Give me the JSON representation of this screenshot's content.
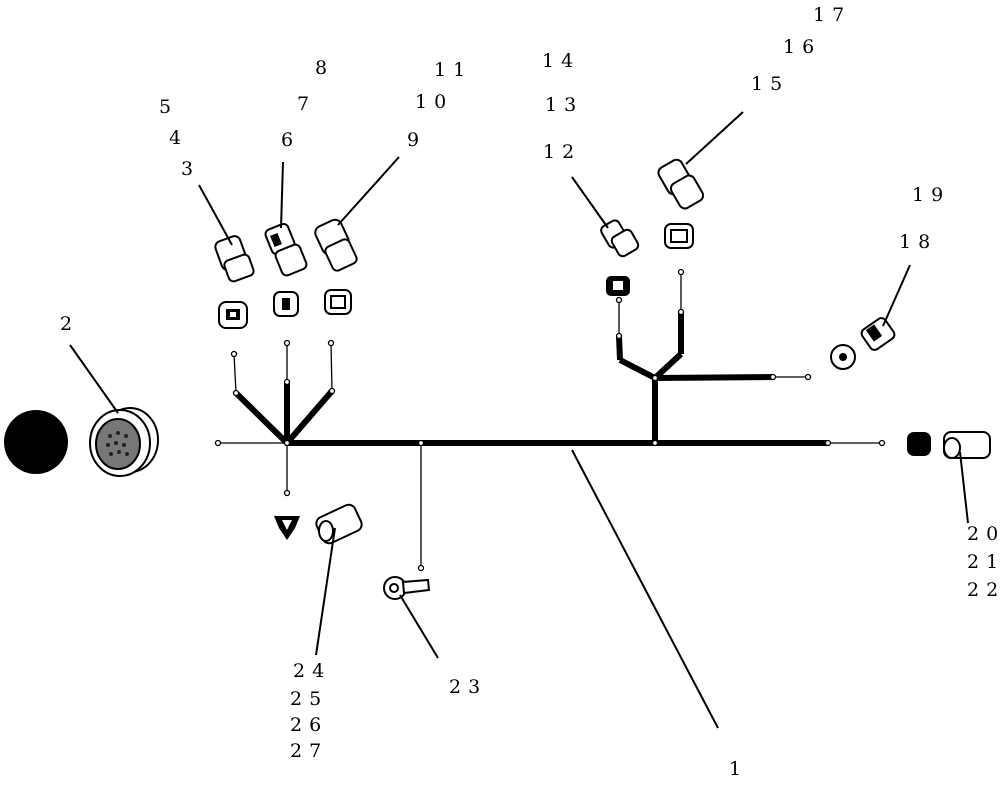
{
  "callouts": [
    {
      "id": "c1",
      "text": "1"
    },
    {
      "id": "c2",
      "text": "2"
    },
    {
      "id": "c3",
      "text": "3"
    },
    {
      "id": "c4",
      "text": "4"
    },
    {
      "id": "c5",
      "text": "5"
    },
    {
      "id": "c6",
      "text": "6"
    },
    {
      "id": "c7",
      "text": "7"
    },
    {
      "id": "c8",
      "text": "8"
    },
    {
      "id": "c9",
      "text": "9"
    },
    {
      "id": "c10",
      "text": "10"
    },
    {
      "id": "c11",
      "text": "11"
    },
    {
      "id": "c12",
      "text": "12"
    },
    {
      "id": "c13",
      "text": "13"
    },
    {
      "id": "c14",
      "text": "14"
    },
    {
      "id": "c15",
      "text": "15"
    },
    {
      "id": "c16",
      "text": "16"
    },
    {
      "id": "c17",
      "text": "17"
    },
    {
      "id": "c18",
      "text": "18"
    },
    {
      "id": "c19",
      "text": "19"
    },
    {
      "id": "c20",
      "text": "20"
    },
    {
      "id": "c21",
      "text": "21"
    },
    {
      "id": "c22",
      "text": "22"
    },
    {
      "id": "c23",
      "text": "23"
    },
    {
      "id": "c24",
      "text": "24"
    },
    {
      "id": "c25",
      "text": "25"
    },
    {
      "id": "c26",
      "text": "26"
    },
    {
      "id": "c27",
      "text": "27"
    }
  ]
}
